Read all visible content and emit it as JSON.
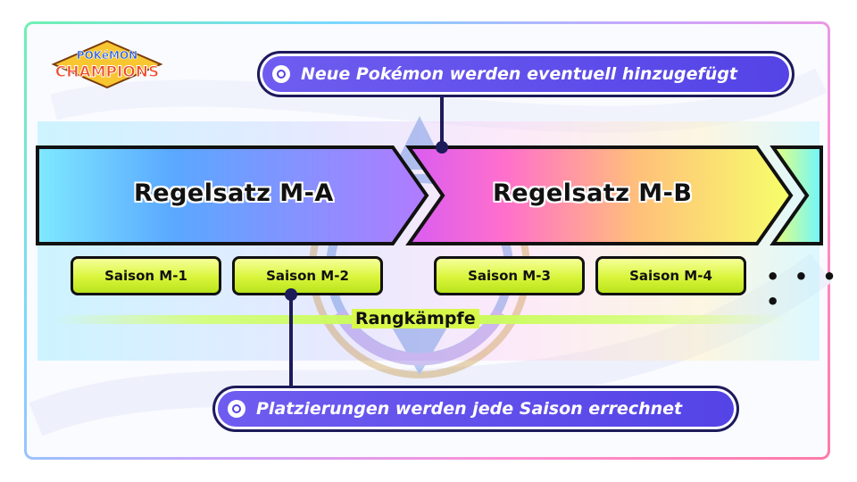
{
  "logo": {
    "line1": "POKéMON",
    "line2": "CHAMPIONS"
  },
  "rulesets": [
    {
      "label": "Regelsatz M-A"
    },
    {
      "label": "Regelsatz M-B"
    }
  ],
  "seasons": [
    {
      "label": "Saison M-1"
    },
    {
      "label": "Saison M-2"
    },
    {
      "label": "Saison M-3"
    },
    {
      "label": "Saison M-4"
    }
  ],
  "continuation": "• • • •",
  "ranked": {
    "label": "Rangkämpfe"
  },
  "callouts": {
    "top": "Neue Pokémon werden eventuell hinzugefügt",
    "bottom": "Platzierungen werden jede Saison errechnet"
  },
  "colors": {
    "season_fill": "#d9f53a",
    "callout_fill": "#5443e6",
    "outline": "#111111"
  }
}
